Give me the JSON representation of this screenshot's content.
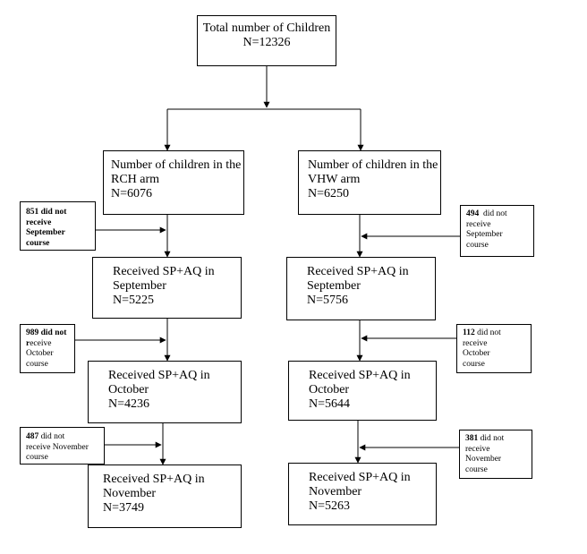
{
  "total": {
    "line1": "Total number of Children",
    "line2": "N=12326"
  },
  "rch": {
    "arm": {
      "line1": "Number of children in the",
      "line2": "RCH arm",
      "line3": "N=6076"
    },
    "sep": {
      "line1": "Received SP+AQ in",
      "line2": "September",
      "line3": "N=5225"
    },
    "oct": {
      "line1": "Received SP+AQ in",
      "line2": "October",
      "line3": "N=4236"
    },
    "nov": {
      "line1": "Received SP+AQ in",
      "line2": "November",
      "line3": "N=3749"
    },
    "note_sep": {
      "count": "851",
      "l1": " did not",
      "l2": "receive",
      "l3": "September",
      "l4": "course"
    },
    "note_oct": {
      "count": "989",
      "l1": " did not",
      "l2_bold": "r",
      "l2": "eceive",
      "l3": "October",
      "l4": "course"
    },
    "note_nov": {
      "count": "487",
      "l1": " did not",
      "l2": "receive November",
      "l3": "course"
    }
  },
  "vhw": {
    "arm": {
      "line1": "Number of children in the",
      "line2": "VHW arm",
      "line3": "N=6250"
    },
    "sep": {
      "line1": "Received SP+AQ in",
      "line2": "September",
      "line3": "N=5756"
    },
    "oct": {
      "line1": "Received SP+AQ in",
      "line2": "October",
      "line3": "N=5644"
    },
    "nov": {
      "line1": "Received SP+AQ in",
      "line2": "November",
      "line3": "N=5263"
    },
    "note_sep": {
      "count": "494",
      "l1": "  did not",
      "l2": "receive",
      "l3": "September",
      "l4": "course"
    },
    "note_oct": {
      "count": "112",
      "l1": " did not",
      "l2": "receive",
      "l3": "October",
      "l4": "course"
    },
    "note_nov": {
      "count": "381",
      "l1": " did not",
      "l2": "receive",
      "l3": "November",
      "l4": "course"
    }
  }
}
